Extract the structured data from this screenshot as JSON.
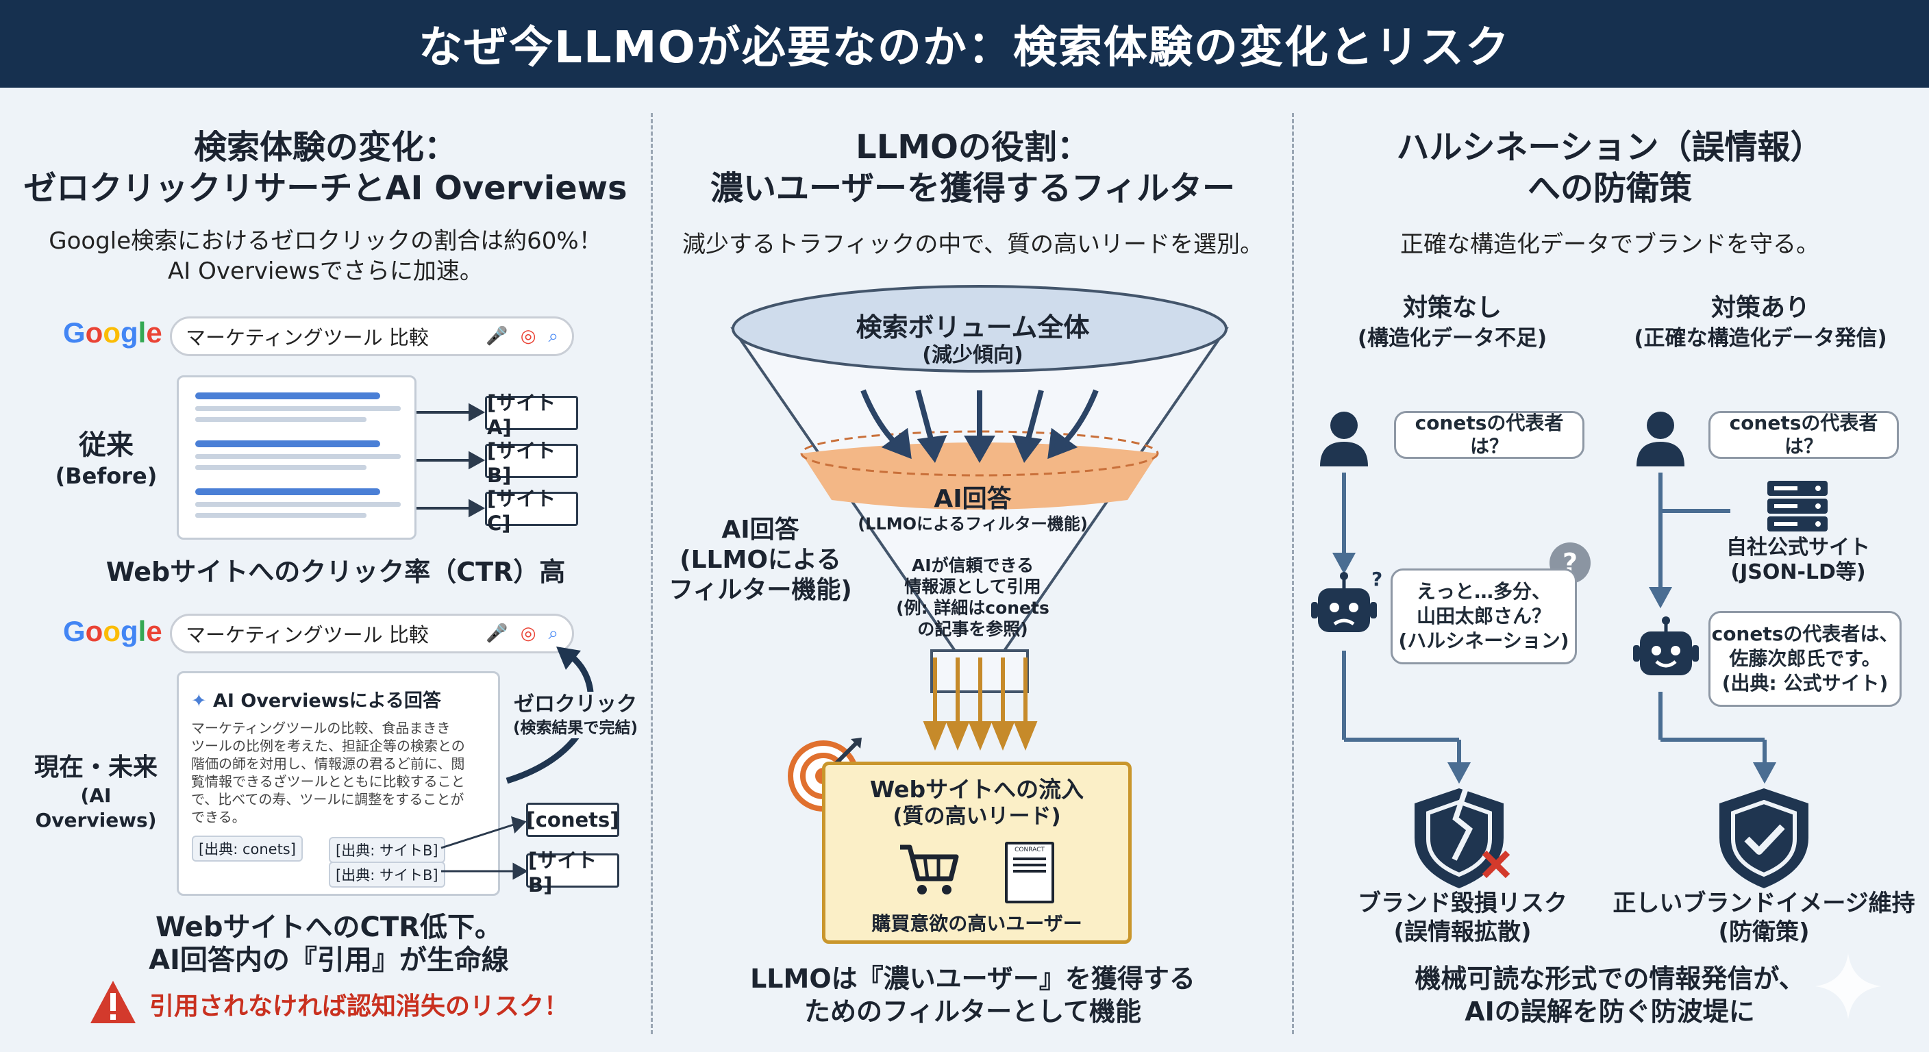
{
  "title": "なぜ今LLMOが必要なのか：検索体験の変化とリスク",
  "colors": {
    "navy": "#16304f",
    "orange": "#f3b786",
    "gold": "#c68a2a",
    "red": "#d33a2c",
    "google_blue": "#4285f4"
  },
  "left": {
    "title_line1": "検索体験の変化：",
    "title_line2": "ゼロクリックリサーチとAI Overviews",
    "subtitle_line1": "Google検索におけるゼロクリックの割合は約60%！",
    "subtitle_line2": "AI Overviewsでさらに加速。",
    "google_logo": "Google",
    "search_query": "マーケティングツール 比較",
    "before_label": "従来",
    "before_sub": "(Before)",
    "site_tags": [
      "[サイトA]",
      "[サイトB]",
      "[サイトC]"
    ],
    "before_caption": "Webサイトへのクリック率（CTR）高",
    "now_label": "現在・未来",
    "now_sub": "(AI Overviews)",
    "ai_card_title": "AI Overviewsによる回答",
    "ai_card_body": [
      "マーケティングツールの比較、食品まきき",
      "ツールの比例を考えた、担証企等の検索との",
      "階価の師を対用し、情報源の君るど前に、閲",
      "覧情報できるざツールとともに比較すること",
      "で、比べての寿、ツールに調整をすることが",
      "できる。"
    ],
    "ai_card_cite1": "[出典: conets]",
    "ai_card_cite2": "[出典: サイトB]",
    "ai_card_cite3": "[出典: サイトB]",
    "zero_click": "ゼロクリック",
    "zero_click_sub": "(検索結果で完結)",
    "now_tags": [
      "[conets]",
      "[サイトB]"
    ],
    "now_caption_line1": "WebサイトへのCTR低下。",
    "now_caption_line2": "AI回答内の『引用』が生命線",
    "warning": "引用されなければ認知消失のリスク！"
  },
  "middle": {
    "title_line1": "LLMOの役割：",
    "title_line2": "濃いユーザーを獲得するフィルター",
    "subtitle": "減少するトラフィックの中で、質の高いリードを選別。",
    "funnel_top": "検索ボリューム全体",
    "funnel_top_sub": "(減少傾向)",
    "filter_label": "AI回答",
    "filter_sub": "(LLMOによるフィルター機能)",
    "side_label": [
      "AI回答",
      "(LLMOによる",
      "フィルター機能)"
    ],
    "cite_text": [
      "AIが信頼できる",
      "情報源として引用",
      "(例: 詳細はconets",
      "の記事を参照)"
    ],
    "inflow_title": "Webサイトへの流入",
    "inflow_sub": "(質の高いリード)",
    "contract_label": "CONRACT",
    "buyer_label": "購買意欲の高いユーザー",
    "bottom_line1": "LLMOは『濃いユーザー』を獲得する",
    "bottom_line2": "ためのフィルターとして機能"
  },
  "right": {
    "title_line1": "ハルシネーション（誤情報）",
    "title_line2": "への防衛策",
    "subtitle": "正確な構造化データでブランドを守る。",
    "no_measure": "対策なし",
    "no_measure_sub": "(構造化データ不足)",
    "with_measure": "対策あり",
    "with_measure_sub": "(正確な構造化データ発信)",
    "question": "conetsの代表者は？",
    "wrong_answer": [
      "えっと…多分、",
      "山田太郎さん？",
      "(ハルシネーション)"
    ],
    "site_label": "自社公式サイト",
    "site_sub": "(JSON-LD等)",
    "correct_answer": [
      "conetsの代表者は、",
      "佐藤次郎氏です。",
      "(出典: 公式サイト)"
    ],
    "risk_label": "ブランド毀損リスク",
    "risk_sub": "(誤情報拡散)",
    "keep_label": "正しいブランドイメージ維持",
    "keep_sub": "(防衛策)",
    "bottom_line1": "機械可読な形式での情報発信が、",
    "bottom_line2": "AIの誤解を防ぐ防波堤に"
  }
}
